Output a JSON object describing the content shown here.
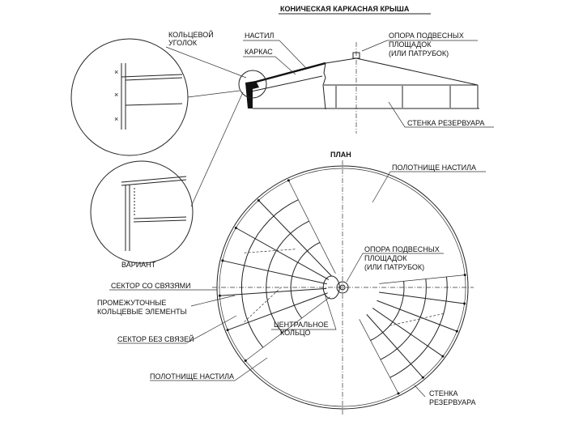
{
  "title": "КОНИЧЕСКАЯ КАРКАСНАЯ КРЫША",
  "elevation": {
    "ring_angle": [
      "КОЛЬЦЕВОЙ",
      "УГОЛОК"
    ],
    "deck": "НАСТИЛ",
    "frame": "КАРКАС",
    "support": [
      "ОПОРА ПОДВЕСНЫХ",
      "ПЛОЩАДОК",
      "(ИЛИ ПАТРУБОК)"
    ],
    "tank_wall": "СТЕНКА РЕЗЕРВУАРА"
  },
  "detail": {
    "variant": "ВАРИАНТ"
  },
  "plan": {
    "title": "ПЛАН",
    "deck_sheet_top": "ПОЛОТНИЩЕ НАСТИЛА",
    "support": [
      "ОПОРА ПОДВЕСНЫХ",
      "ПЛОЩАДОК",
      "(ИЛИ ПАТРУБОК)"
    ],
    "sector_with_bracing": "СЕКТОР СО СВЯЗЯМИ",
    "intermediate_rings": [
      "ПРОМЕЖУТОЧНЫЕ",
      "КОЛЬЦЕВЫЕ ЭЛЕМЕНТЫ"
    ],
    "central_ring": [
      "ЦЕНТРАЛЬНОЕ",
      "КОЛЬЦО"
    ],
    "sector_without_bracing": "СЕКТОР БЕЗ СВЯЗЕЙ",
    "deck_sheet_bottom": "ПОЛОТНИЩЕ НАСТИЛА",
    "tank_wall": [
      "СТЕНКА",
      "РЕЗЕРВУАРА"
    ]
  }
}
